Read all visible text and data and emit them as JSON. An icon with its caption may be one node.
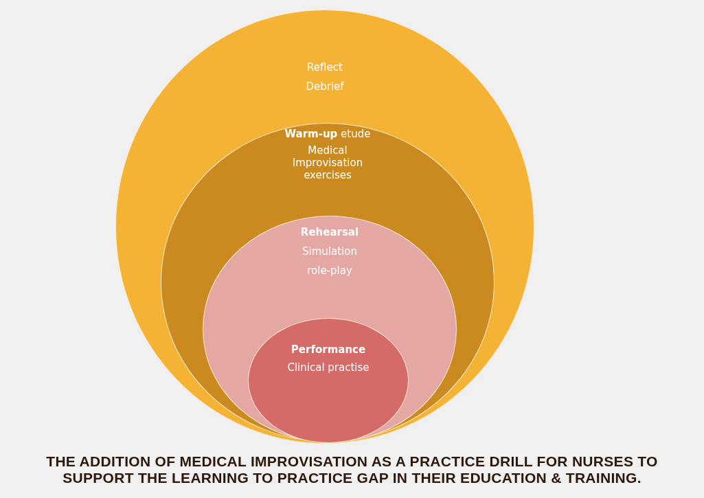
{
  "diagram": {
    "caption": "THE ADDITION OF MEDICAL IMPROVISATION AS A PRACTICE DRILL FOR NURSES TO SUPPORT THE LEARNING TO PRACTICE GAP IN THEIR EDUCATION & TRAINING.",
    "nodes": [
      {
        "text": [
          "Reflect",
          "Debrief"
        ]
      },
      {
        "text": [
          "**Warm-up** etude",
          "Medical Improvisation exercises"
        ],
        "in": 0
      },
      {
        "text": [
          "Rehearsal",
          "Simulation",
          "role-play"
        ],
        "in": 1
      },
      {
        "text": [
          "Performance",
          "Clinical practise"
        ],
        "in": 2
      }
    ]
  }
}
